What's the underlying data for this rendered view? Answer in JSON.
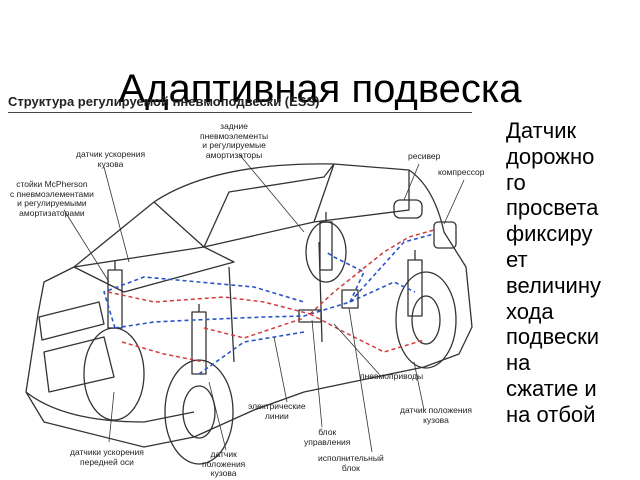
{
  "slide": {
    "title": "Адаптивная подвеска"
  },
  "figure": {
    "caption": "Структура регулируемой пневмоподвески (ESS)",
    "callouts": {
      "rear_elements": [
        "задние",
        "пневмоэлементы",
        "и регулируемые",
        "амортизаторы"
      ],
      "body_accel_sensor": [
        "датчик ускорения",
        "кузова"
      ],
      "receiver": [
        "ресивер"
      ],
      "compressor": [
        "компрессор"
      ],
      "mcpherson": [
        "стойки McPherson",
        "с пневмоэлементами",
        "и регулируемыми",
        "амортизаторами"
      ],
      "pneumatic_lines": [
        "пневмоприводы"
      ],
      "electric_lines": [
        "электрические",
        "линии"
      ],
      "control_unit": [
        "блок",
        "управления"
      ],
      "body_position_sensor": [
        "датчик положения",
        "кузова"
      ],
      "front_axle_sensors": [
        "датчики ускорения",
        "передней оси"
      ],
      "body_position_sensor_front": [
        "датчик",
        "положения",
        "кузова"
      ],
      "actuator_block": [
        "исполнительный",
        "блок"
      ]
    }
  },
  "side_text": [
    "Датчик",
    "дорожно",
    "го",
    "просвета",
    "фиксиру",
    "ет",
    "величину",
    "хода",
    "подвески",
    "на",
    "сжатие и",
    "на отбой"
  ],
  "colors": {
    "pneumatic_line": "#2a55c8",
    "electric_line": "#d23c3c",
    "outline": "#333333"
  }
}
